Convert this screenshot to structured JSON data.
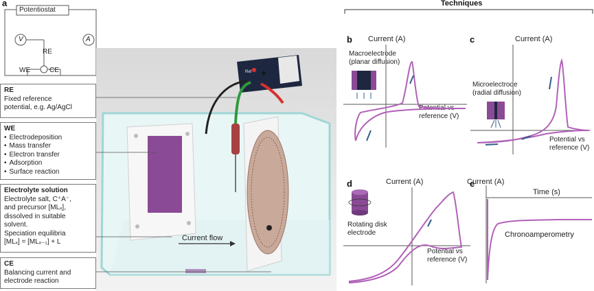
{
  "panel_a": {
    "letter": "a",
    "potentiostat": "Potentiostat",
    "voltmeter": "V",
    "ammeter": "A",
    "re_label": "RE",
    "we_label": "WE",
    "ce_label": "CE",
    "box_re": {
      "title": "RE",
      "lines": [
        "Fixed reference",
        "potential, e.g. Ag/AgCl"
      ]
    },
    "box_we": {
      "title": "WE",
      "items": [
        "Electrodeposition",
        "Mass transfer",
        "Electron transfer",
        "Adsorption",
        "Surface reaction"
      ]
    },
    "box_electrolyte": {
      "title": "Electrolyte solution",
      "lines": [
        "Electrolyte salt, C⁺A⁻,",
        "and precursor [MLₓ],",
        "dissolved in suitable",
        "solvent.",
        "Speciation equilibria",
        "[MLₓ] = [MLₓ₋₁] + L"
      ]
    },
    "box_ce": {
      "title": "CE",
      "lines": [
        "Balancing current and",
        "electrode reaction"
      ]
    },
    "current_flow": "Current flow",
    "device_ref": "Ref",
    "device_plus": "+"
  },
  "techniques_title": "Techniques",
  "panel_b": {
    "letter": "b",
    "ylabel": "Current (A)",
    "xlabel": [
      "Potential vs",
      "reference (V)"
    ],
    "electrode": [
      "Macroelectrode",
      "(planar diffusion)"
    ]
  },
  "panel_c": {
    "letter": "c",
    "ylabel": "Current (A)",
    "xlabel": [
      "Potential vs",
      "reference (V)"
    ],
    "electrode": [
      "Microelectrode",
      "(radial diffusion)"
    ]
  },
  "panel_d": {
    "letter": "d",
    "ylabel": "Current (A)",
    "xlabel": [
      "Potential vs",
      "reference (V)"
    ],
    "electrode": [
      "Rotating disk",
      "electrode"
    ]
  },
  "panel_e": {
    "letter": "e",
    "ylabel": "Current (A)",
    "xlabel": "Time (s)",
    "caption": "Chronoamperometry"
  },
  "colors": {
    "curve": "#b060b8",
    "arrow": "#2f5e8a",
    "purple": "#8a4a96",
    "wire_green": "#2f9a3a",
    "wire_red": "#d83030",
    "glass": "#bfe5e6"
  }
}
